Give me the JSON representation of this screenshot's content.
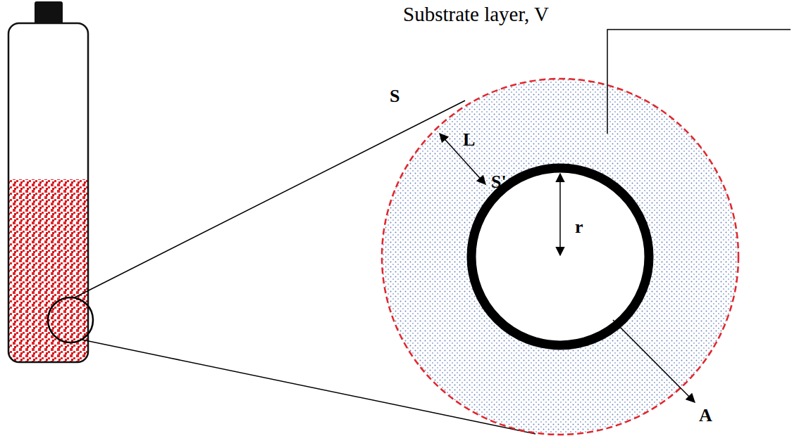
{
  "diagram": {
    "labels": [
      "Substrate layer, V",
      "S",
      "L",
      "S'",
      "r",
      "A"
    ]
  }
}
